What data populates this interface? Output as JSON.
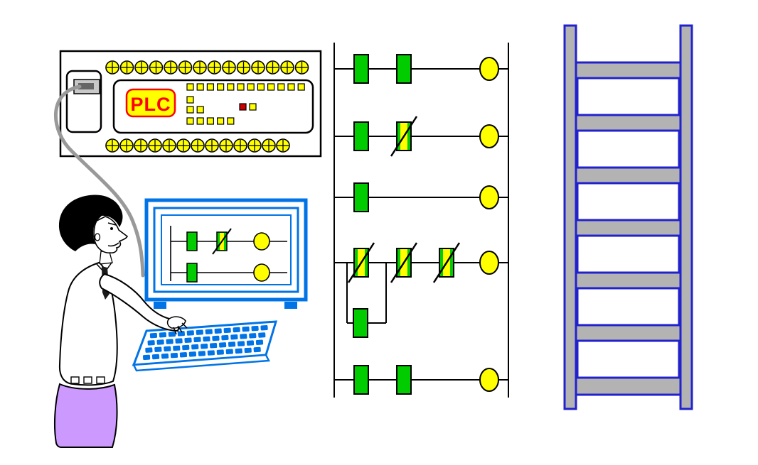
{
  "scene": {
    "description": "Cartoon illustration of a programmer writing PLC ladder logic",
    "background": "#ffffff"
  },
  "colors": {
    "yellow": "#ffff00",
    "green": "#00cc00",
    "blue": "#0073e6",
    "dark_blue": "#2222cc",
    "purple": "#cc99ff",
    "gray": "#b3b3b3",
    "cable_gray": "#999999",
    "red": "#ff0000",
    "black": "#000000"
  },
  "plc_unit": {
    "label": "PLC",
    "top_terminal_count": 14,
    "bottom_terminal_count": 13,
    "led_row_counts": [
      12,
      1,
      2,
      5
    ],
    "status_led_colors": [
      "#cc0000",
      "#ffff00"
    ]
  },
  "ladder_logic_diagram": {
    "rungs": [
      {
        "contacts": [
          "no",
          "no"
        ],
        "coil": true
      },
      {
        "contacts": [
          "no",
          "nc"
        ],
        "coil": true
      },
      {
        "contacts": [
          "no"
        ],
        "coil": true
      },
      {
        "contacts": [
          "nc",
          "nc",
          "nc"
        ],
        "coil": true,
        "branch_contacts": [
          "no"
        ]
      },
      {
        "contacts": [
          "no",
          "no"
        ],
        "coil": true
      }
    ]
  },
  "monitor_screen_diagram": {
    "rungs": [
      {
        "contacts": [
          "no",
          "nc"
        ],
        "coil": true
      },
      {
        "contacts": [
          "no"
        ],
        "coil": true
      }
    ]
  },
  "physical_ladder": {
    "window_count": 6
  }
}
